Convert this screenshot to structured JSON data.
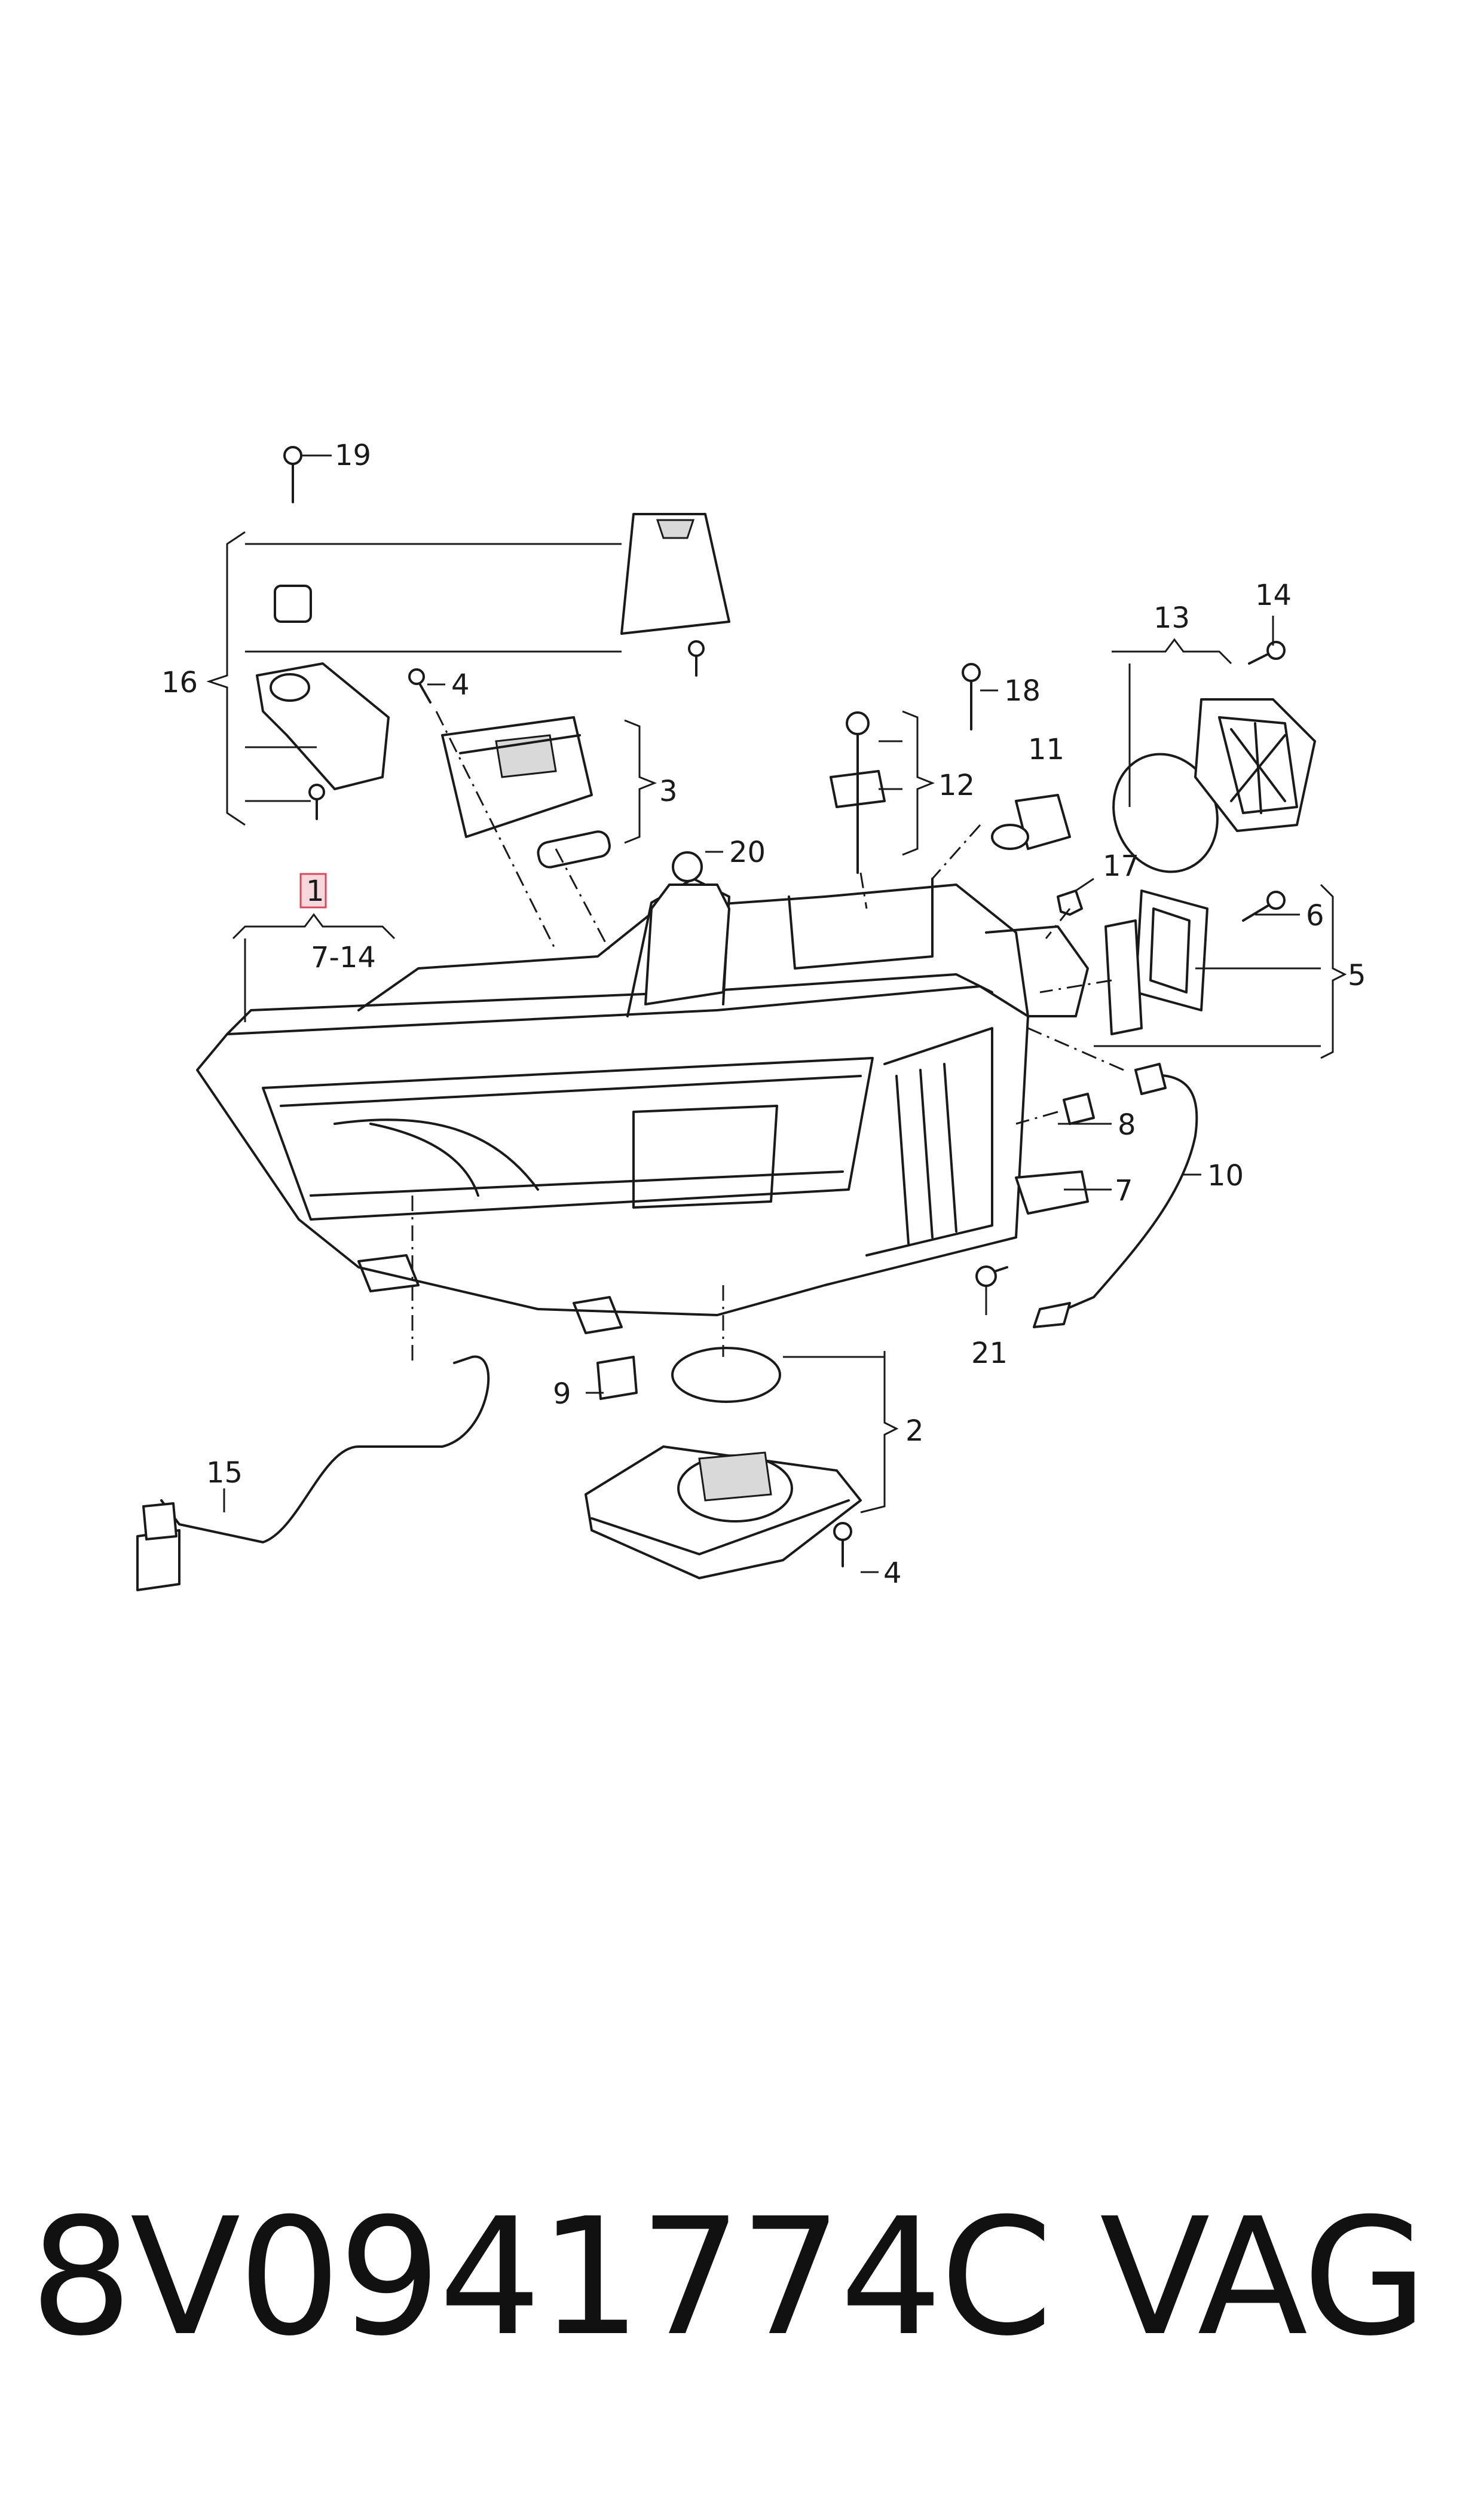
{
  "labels": {
    "l1": "1",
    "l2": "2",
    "l3": "3",
    "l4a": "4",
    "l4b": "4",
    "l5": "5",
    "l6": "6",
    "l7": "7",
    "l7_14": "7-14",
    "l8": "8",
    "l9": "9",
    "l10": "10",
    "l11": "11",
    "l12": "12",
    "l13": "13",
    "l14": "14",
    "l15": "15",
    "l16": "16",
    "l17": "17",
    "l18": "18",
    "l19": "19",
    "l20": "20",
    "l21": "21"
  },
  "footer": {
    "part_number": "8V0941774C",
    "brand": "VAG"
  },
  "colors": {
    "line": "#1a1a1a",
    "highlight_fill": "#f6d8dc",
    "highlight_border": "#d9485c"
  }
}
